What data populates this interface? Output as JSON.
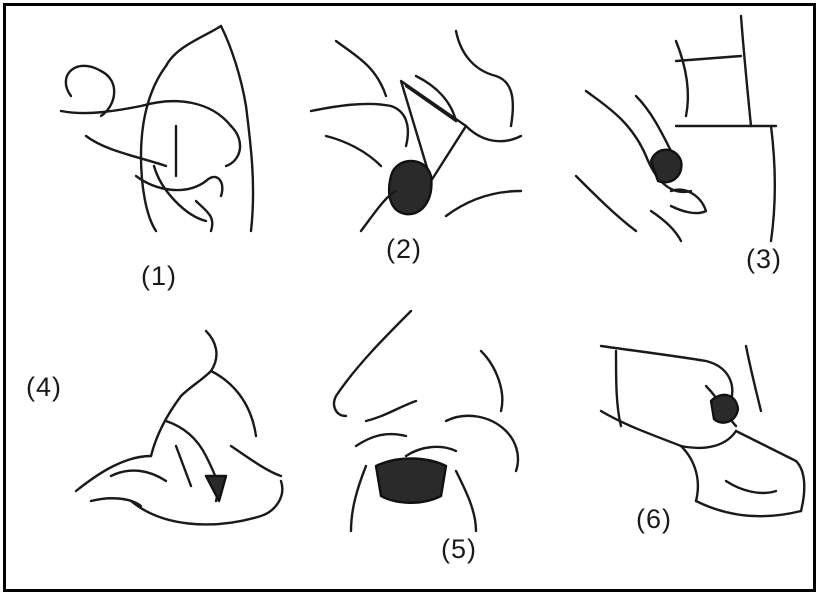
{
  "steps": [
    {
      "label": "(1)"
    },
    {
      "label": "(2)"
    },
    {
      "label": "(3)"
    },
    {
      "label": "(4)"
    },
    {
      "label": "(5)"
    },
    {
      "label": "(6)"
    }
  ],
  "colors": {
    "line": "#1a1a1a",
    "border": "#000000",
    "background": "#ffffff"
  }
}
